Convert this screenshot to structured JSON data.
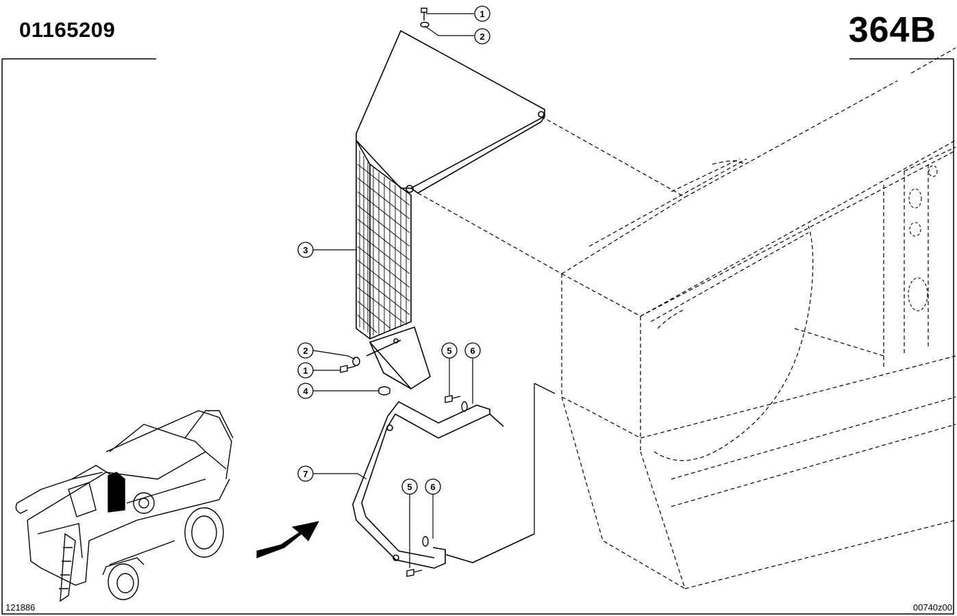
{
  "header": {
    "part_number": "01165209",
    "page_code": "364B"
  },
  "footer": {
    "left_code": "121886",
    "right_code": "00740z00"
  },
  "callouts": [
    {
      "num": "1"
    },
    {
      "num": "2"
    },
    {
      "num": "3"
    },
    {
      "num": "2"
    },
    {
      "num": "1"
    },
    {
      "num": "4"
    },
    {
      "num": "5"
    },
    {
      "num": "6"
    },
    {
      "num": "7"
    },
    {
      "num": "5"
    },
    {
      "num": "6"
    }
  ],
  "colors": {
    "ink": "#000000",
    "paper": "#ffffff"
  }
}
